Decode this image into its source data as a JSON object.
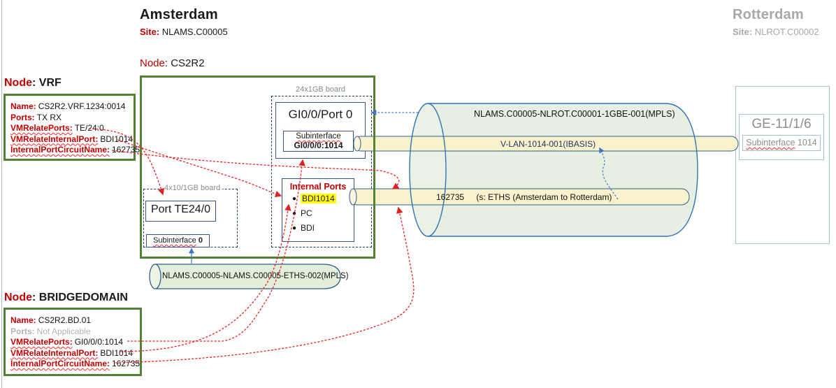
{
  "amsterdam": {
    "title": "Amsterdam",
    "site_label": "Site:",
    "site_value": "NLAMS.C00005"
  },
  "rotterdam": {
    "title": "Rotterdam",
    "site_label": "Site:",
    "site_value": "NLROT.C00002"
  },
  "node_cs2r2": {
    "label": "Node",
    "name": "CS2R2"
  },
  "vrf": {
    "label": "Node",
    "name": "VRF",
    "rows": [
      {
        "label": "Name:",
        "value": "CS2R2.VRF.1234:0014"
      },
      {
        "label": "Ports:",
        "value": "TX RX"
      },
      {
        "label": "VMRelatePorts:",
        "value": "TE/24:0"
      },
      {
        "label": "VMRelateInternalPort:",
        "value": "BDI1014"
      },
      {
        "label": "InternalPortCircuitName:",
        "value": "162735"
      }
    ]
  },
  "bridgedomain": {
    "label": "Node",
    "name": "BRIDGEDOMAIN",
    "rows": [
      {
        "label": "Name:",
        "value": "CS2R2.BD.01"
      },
      {
        "label": "Ports:",
        "value": "Not Applicable"
      },
      {
        "label": "VMRelatePorts:",
        "value": "GI0/0/0:1014"
      },
      {
        "label": "VMRelateInternalPort:",
        "value": "BDI1014"
      },
      {
        "label": "InternalPortCircuitName:",
        "value": "162735"
      }
    ]
  },
  "boards": {
    "board_24": "24x1GB board",
    "board_4": "4x10/1GB board"
  },
  "ports": {
    "gi_port": "GI0/0/Port 0",
    "gi_sub_label": "Subinterface",
    "gi_sub_value": "GI0/0/0:1014",
    "te_port": "Port TE24/0",
    "te_sub_label": "Subinterface",
    "te_sub_value": "0",
    "internal_title": "Internal Ports",
    "internal_items": [
      "BDI1014",
      "PC",
      "BDI"
    ]
  },
  "links": {
    "mpls_main": "NLAMS.C00005-NLROT.C00001-1GBE-001(MPLS)",
    "vlan": "V-LAN-1014-001(IBASIS)",
    "circuit_id": "162735",
    "circuit_desc": "(s: ETHS (Amsterdam to Rotterdam)",
    "mpls_eths": "NLAMS.C00005-NLAMS.C00005-ETHS-002(MPLS)"
  },
  "ge": {
    "port": "GE-11/1/6",
    "sub_label": "Subinterface",
    "sub_value": "1014"
  },
  "colors": {
    "accent_green": "#548235",
    "accent_red": "#c00000",
    "line_red": "#ef2020",
    "line_blue": "#4472c4",
    "cylinder_fill": "#e6efe1",
    "band_fill": "#faf1cd",
    "highlight": "#ffff00"
  }
}
